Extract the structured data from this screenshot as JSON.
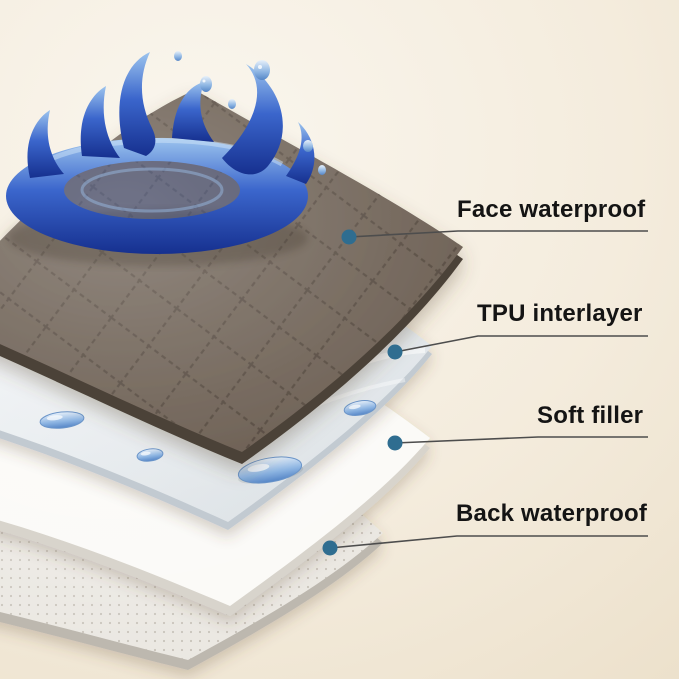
{
  "callouts": [
    {
      "label": "Face waterproof"
    },
    {
      "label": "TPU interlayer"
    },
    {
      "label": "Soft filler"
    },
    {
      "label": "Back waterproof"
    }
  ],
  "colors": {
    "background_center": "#faf6ee",
    "background_edge": "#e9dcc4",
    "label_text": "#141414",
    "leader_line": "#4d4d4d",
    "callout_dot": "#2f6d90",
    "face_fabric": "#6d6054",
    "face_fabric_edge": "#4c4239",
    "tpu_surface": "#edf1f3",
    "filler_surface": "#fbfaf7",
    "back_surface": "#eae7e1",
    "water_dark": "#16308f",
    "water_light": "#9cc4ee"
  }
}
